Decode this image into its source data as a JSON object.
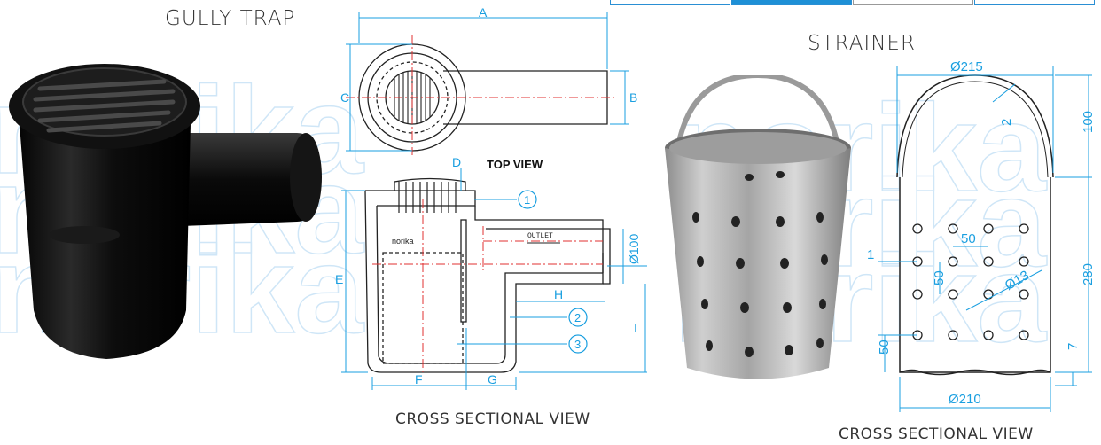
{
  "titles": {
    "gully_trap": "GULLY TRAP",
    "strainer": "STRAINER",
    "top_view": "TOP VIEW",
    "cross_section_left": "CROSS SECTIONAL VIEW",
    "cross_section_right": "CROSS SECTIONAL VIEW"
  },
  "watermark": "norika",
  "brand_mark": "norika",
  "outlet_label": "OUTLET",
  "gully_dims": {
    "A": "A",
    "B": "B",
    "C": "C",
    "D": "D",
    "E": "E",
    "F": "F",
    "G": "G",
    "H": "H",
    "I": "I",
    "d100": "Ø100"
  },
  "callouts": [
    "1",
    "2",
    "3"
  ],
  "strainer_dims": {
    "top": "Ø215",
    "bottom": "Ø210",
    "height_handle": "100",
    "height_body": "280",
    "wall": "2",
    "pitch": "50",
    "hole": "Ø13",
    "edge": "1",
    "vpitch": "50",
    "bottom_offset": "50",
    "base": "7"
  },
  "colors": {
    "dimension": "#1a9fe0",
    "centerline": "#e03030",
    "drawing": "#222222"
  }
}
